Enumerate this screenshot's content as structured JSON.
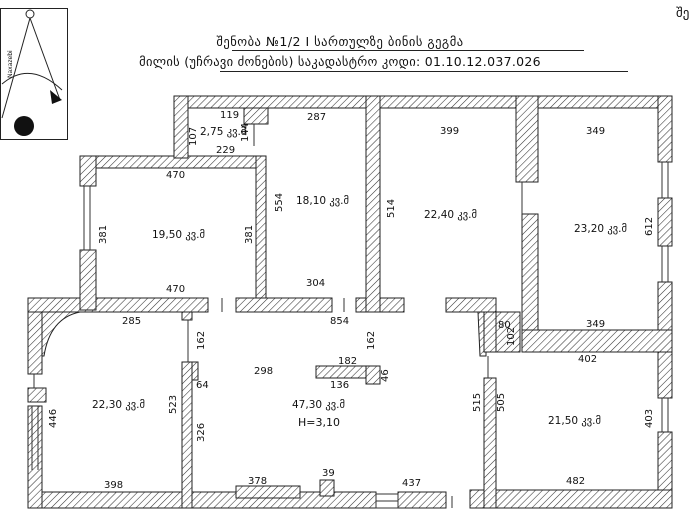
{
  "header": {
    "title": "შენობა №1/2    I სართულზე ბინის გეგმა",
    "subtitle": "მილის (უჩრავი ძონების) საკადასტრო კოდი: 01.10.12.037.026",
    "corner": "შე"
  },
  "logo": {
    "text": "Naxazebi"
  },
  "areas": {
    "r1": "2,75 კვ.მ",
    "r2": "18,10 კვ.მ",
    "r3": "22,40 კვ.მ",
    "r4": "23,20 კვ.მ",
    "r5": "19,50 კვ.მ",
    "r6": "22,30 კვ.მ",
    "r7": "47,30 კვ.მ",
    "r8": "21,50 კვ.მ"
  },
  "height": "H=3,10",
  "dims": {
    "d119": "119",
    "d107": "107",
    "d144": "144",
    "d229": "229",
    "d287": "287",
    "d399": "399",
    "d349a": "349",
    "d470a": "470",
    "d554": "554",
    "d514": "514",
    "d381a": "381",
    "d381b": "381",
    "d612": "612",
    "d470b": "470",
    "d304": "304",
    "d349b": "349",
    "d285": "285",
    "d854": "854",
    "d80": "80",
    "d102": "102",
    "d162a": "162",
    "d162b": "162",
    "d182": "182",
    "d402": "402",
    "d298": "298",
    "d64": "64",
    "d136": "136",
    "d46": "46",
    "d446": "446",
    "d523": "523",
    "d515": "515",
    "d505": "505",
    "d403": "403",
    "d326": "326",
    "d378": "378",
    "d39": "39",
    "d437": "437",
    "d398": "398",
    "d482": "482"
  }
}
